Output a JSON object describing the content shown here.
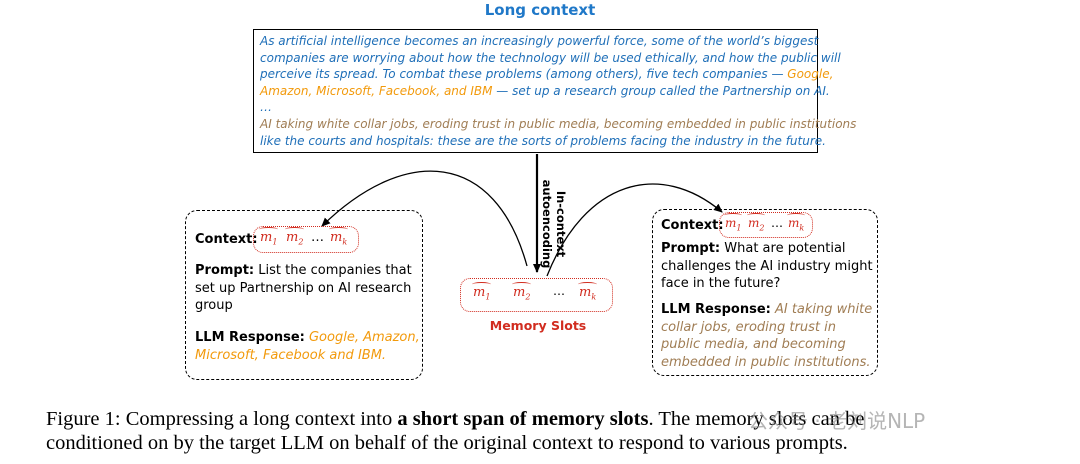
{
  "long_context": {
    "title": "Long context",
    "lines": [
      {
        "parts": [
          {
            "text": "As artificial intelligence becomes an increasingly powerful force, some of the world’s biggest",
            "style": "blue"
          }
        ]
      },
      {
        "parts": [
          {
            "text": "companies are worrying about how the technology will be used ethically, and how the public will",
            "style": "blue"
          }
        ]
      },
      {
        "parts": [
          {
            "text": "perceive its spread. To combat these problems (among others), five tech companies — ",
            "style": "blue"
          },
          {
            "text": "Google,",
            "style": "orange"
          }
        ]
      },
      {
        "parts": [
          {
            "text": "Amazon, Microsoft, Facebook, and IBM",
            "style": "orange"
          },
          {
            "text": " — set up a research group called the Partnership on AI.",
            "style": "blue"
          }
        ]
      },
      {
        "parts": [
          {
            "text": "…",
            "style": "blue"
          }
        ]
      },
      {
        "parts": [
          {
            "text": "AI taking white collar jobs, eroding trust in public media, becoming embedded in public institutions",
            "style": "brown"
          }
        ]
      },
      {
        "parts": [
          {
            "text": "like the courts and hospitals: these are the sorts of problems facing the industry in the future.",
            "style": "blue"
          }
        ]
      }
    ]
  },
  "center": {
    "arrow_label_line1": "In-context",
    "arrow_label_line2": "autoencoding",
    "memory_label": "Memory Slots",
    "ellipsis": "…"
  },
  "tokens": {
    "m": "m",
    "sub1": "1",
    "sub2": "2",
    "subk": "k",
    "dots": "…"
  },
  "left_panel": {
    "context_label": "Context:",
    "prompt_label": "Prompt:",
    "prompt_lines": [
      " List the companies that",
      "set up Partnership on AI research",
      "group"
    ],
    "response_label": "LLM Response:",
    "response_lines": [
      " Google, Amazon,",
      "Microsoft, Facebook and IBM."
    ]
  },
  "right_panel": {
    "context_label": "Context:",
    "prompt_label": "Prompt:",
    "prompt_lines": [
      " What are potential",
      "challenges the AI industry might",
      "face in the future?"
    ],
    "response_label": "LLM Response:",
    "response_lines": [
      " AI taking white",
      "collar jobs, eroding trust in",
      "public media, and becoming",
      "embedded in public institutions."
    ]
  },
  "caption": {
    "prefix": "Figure 1: Compressing a long context into ",
    "bold": "a short span of memory slots",
    "suffix": ". The memory slots can be",
    "line2": "conditioned on by the target LLM on behalf of the original context to respond to various prompts."
  },
  "watermark": "公众号 · 老刘说NLP",
  "colors": {
    "blue": "#1f6fb8",
    "title_blue": "#1f78c8",
    "orange": "#f29a0c",
    "brown": "#a07d54",
    "red": "#d12c1f"
  }
}
